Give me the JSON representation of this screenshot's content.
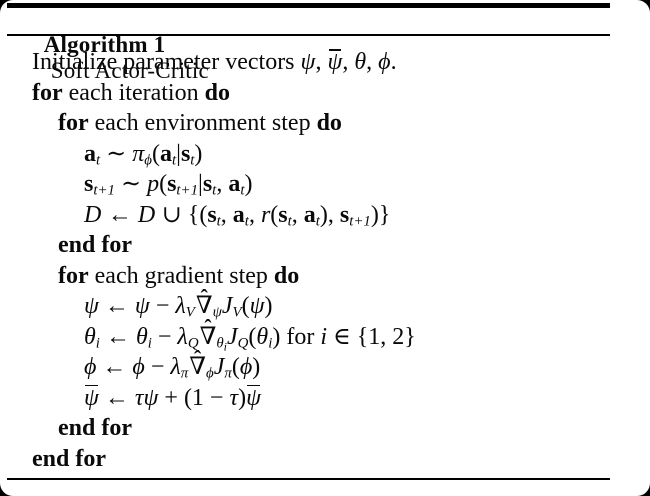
{
  "title": {
    "label": "Algorithm 1",
    "name": "Soft Actor-Critic"
  },
  "symbols": {
    "hat": "ˆ"
  },
  "colors": {
    "backdrop": "#000000",
    "paper": "#ffffff",
    "ink": "#0a0a0a",
    "rule": "#000000"
  },
  "algorithm": {
    "lines": [
      {
        "indent": 1,
        "segments": [
          {
            "text": "Initialize parameter vectors "
          },
          {
            "text": "ψ",
            "style": "italic"
          },
          {
            "text": ", "
          },
          {
            "text": "ψ",
            "style": "italic",
            "overline": true
          },
          {
            "text": ", "
          },
          {
            "text": "θ",
            "style": "italic"
          },
          {
            "text": ", "
          },
          {
            "text": "ϕ",
            "style": "italic"
          },
          {
            "text": "."
          }
        ]
      },
      {
        "indent": 1,
        "segments": [
          {
            "text": "for",
            "style": "bold"
          },
          {
            "text": " each iteration "
          },
          {
            "text": "do",
            "style": "bold"
          }
        ]
      },
      {
        "indent": 2,
        "segments": [
          {
            "text": "for",
            "style": "bold"
          },
          {
            "text": " each environment step "
          },
          {
            "text": "do",
            "style": "bold"
          }
        ]
      },
      {
        "indent": 3,
        "segments": [
          {
            "text": "a",
            "style": "mathbf"
          },
          {
            "text": "t",
            "style": "italic",
            "script": "sub"
          },
          {
            "text": " ∼ "
          },
          {
            "text": "π",
            "style": "italic"
          },
          {
            "text": "ϕ",
            "style": "italic",
            "script": "sub"
          },
          {
            "text": "("
          },
          {
            "text": "a",
            "style": "mathbf"
          },
          {
            "text": "t",
            "style": "italic",
            "script": "sub"
          },
          {
            "text": "|"
          },
          {
            "text": "s",
            "style": "mathbf"
          },
          {
            "text": "t",
            "style": "italic",
            "script": "sub"
          },
          {
            "text": ")"
          }
        ]
      },
      {
        "indent": 3,
        "segments": [
          {
            "text": "s",
            "style": "mathbf"
          },
          {
            "text": "t+1",
            "style": "italic",
            "script": "sub"
          },
          {
            "text": " ∼ "
          },
          {
            "text": "p",
            "style": "italic"
          },
          {
            "text": "("
          },
          {
            "text": "s",
            "style": "mathbf"
          },
          {
            "text": "t+1",
            "style": "italic",
            "script": "sub"
          },
          {
            "text": "|"
          },
          {
            "text": "s",
            "style": "mathbf"
          },
          {
            "text": "t",
            "style": "italic",
            "script": "sub"
          },
          {
            "text": ", "
          },
          {
            "text": "a",
            "style": "mathbf"
          },
          {
            "text": "t",
            "style": "italic",
            "script": "sub"
          },
          {
            "text": ")"
          }
        ]
      },
      {
        "indent": 3,
        "segments": [
          {
            "text": "D",
            "style": "cal"
          },
          {
            "text": " ← "
          },
          {
            "text": "D",
            "style": "cal"
          },
          {
            "text": " ∪ {("
          },
          {
            "text": "s",
            "style": "mathbf"
          },
          {
            "text": "t",
            "style": "italic",
            "script": "sub"
          },
          {
            "text": ", "
          },
          {
            "text": "a",
            "style": "mathbf"
          },
          {
            "text": "t",
            "style": "italic",
            "script": "sub"
          },
          {
            "text": ", "
          },
          {
            "text": "r",
            "style": "italic"
          },
          {
            "text": "("
          },
          {
            "text": "s",
            "style": "mathbf"
          },
          {
            "text": "t",
            "style": "italic",
            "script": "sub"
          },
          {
            "text": ", "
          },
          {
            "text": "a",
            "style": "mathbf"
          },
          {
            "text": "t",
            "style": "italic",
            "script": "sub"
          },
          {
            "text": "), "
          },
          {
            "text": "s",
            "style": "mathbf"
          },
          {
            "text": "t+1",
            "style": "italic",
            "script": "sub"
          },
          {
            "text": ")}"
          }
        ]
      },
      {
        "indent": 2,
        "segments": [
          {
            "text": "end for",
            "style": "bold"
          }
        ]
      },
      {
        "indent": 2,
        "segments": [
          {
            "text": "for",
            "style": "bold"
          },
          {
            "text": " each gradient step "
          },
          {
            "text": "do",
            "style": "bold"
          }
        ]
      },
      {
        "indent": 3,
        "segments": [
          {
            "text": "ψ",
            "style": "italic"
          },
          {
            "text": " ← "
          },
          {
            "text": "ψ",
            "style": "italic"
          },
          {
            "text": " − "
          },
          {
            "text": "λ",
            "style": "italic"
          },
          {
            "text": "V",
            "style": "italic",
            "script": "sub"
          },
          {
            "text": "∇",
            "hat": true
          },
          {
            "text": "ψ",
            "style": "italic",
            "script": "sub"
          },
          {
            "text": "J",
            "style": "italic"
          },
          {
            "text": "V",
            "style": "italic",
            "script": "sub"
          },
          {
            "text": "("
          },
          {
            "text": "ψ",
            "style": "italic"
          },
          {
            "text": ")"
          }
        ]
      },
      {
        "indent": 3,
        "segments": [
          {
            "text": "θ",
            "style": "italic"
          },
          {
            "text": "i",
            "style": "italic",
            "script": "sub"
          },
          {
            "text": " ← "
          },
          {
            "text": "θ",
            "style": "italic"
          },
          {
            "text": "i",
            "style": "italic",
            "script": "sub"
          },
          {
            "text": " − "
          },
          {
            "text": "λ",
            "style": "italic"
          },
          {
            "text": "Q",
            "style": "italic",
            "script": "sub"
          },
          {
            "text": "∇",
            "hat": true
          },
          {
            "text": "θ",
            "style": "italic",
            "script": "sub"
          },
          {
            "text": "i",
            "style": "italic",
            "script": "subsub"
          },
          {
            "text": "J",
            "style": "italic"
          },
          {
            "text": "Q",
            "style": "italic",
            "script": "sub"
          },
          {
            "text": "("
          },
          {
            "text": "θ",
            "style": "italic"
          },
          {
            "text": "i",
            "style": "italic",
            "script": "sub"
          },
          {
            "text": ") for "
          },
          {
            "text": "i",
            "style": "italic"
          },
          {
            "text": " ∈ {1, 2}"
          }
        ]
      },
      {
        "indent": 3,
        "segments": [
          {
            "text": "ϕ",
            "style": "italic"
          },
          {
            "text": " ← "
          },
          {
            "text": "ϕ",
            "style": "italic"
          },
          {
            "text": " − "
          },
          {
            "text": "λ",
            "style": "italic"
          },
          {
            "text": "π",
            "style": "italic",
            "script": "sub"
          },
          {
            "text": "∇",
            "hat": true
          },
          {
            "text": "ϕ",
            "style": "italic",
            "script": "sub"
          },
          {
            "text": "J",
            "style": "italic"
          },
          {
            "text": "π",
            "style": "italic",
            "script": "sub"
          },
          {
            "text": "("
          },
          {
            "text": "ϕ",
            "style": "italic"
          },
          {
            "text": ")"
          }
        ]
      },
      {
        "indent": 3,
        "segments": [
          {
            "text": "ψ",
            "style": "italic",
            "overline": true
          },
          {
            "text": " ← "
          },
          {
            "text": "τ",
            "style": "italic"
          },
          {
            "text": "ψ",
            "style": "italic"
          },
          {
            "text": " + (1 − "
          },
          {
            "text": "τ",
            "style": "italic"
          },
          {
            "text": ")"
          },
          {
            "text": "ψ",
            "style": "italic",
            "overline": true
          }
        ]
      },
      {
        "indent": 2,
        "segments": [
          {
            "text": "end for",
            "style": "bold"
          }
        ]
      },
      {
        "indent": 1,
        "segments": [
          {
            "text": "end for",
            "style": "bold"
          }
        ]
      }
    ]
  }
}
